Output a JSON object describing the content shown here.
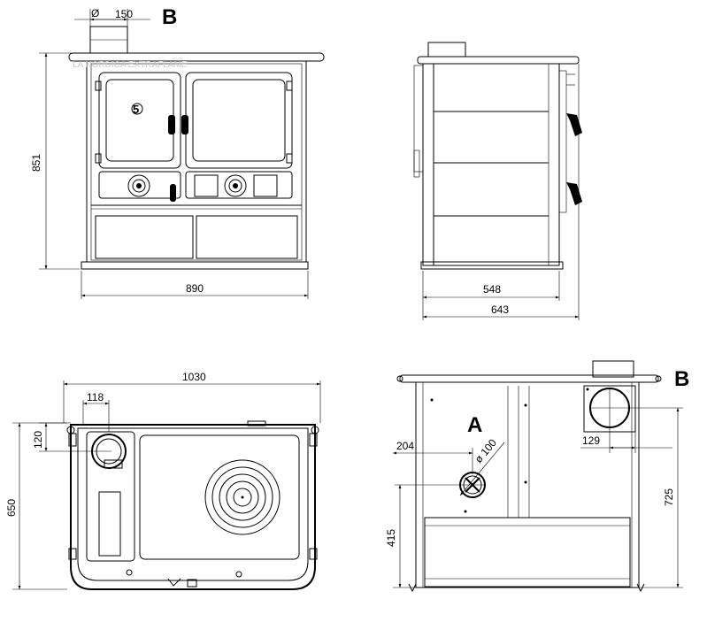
{
  "front_view": {
    "flue_diameter_symbol": "Ø",
    "flue_diameter": "150",
    "outlet_label": "B",
    "height": "851",
    "width": "890",
    "watermark": "LA NORDICA EXTRAFLAME"
  },
  "side_view": {
    "depth_inner": "548",
    "depth_total": "643"
  },
  "top_view": {
    "width": "1030",
    "flue_offset_x": "118",
    "flue_offset_y": "120",
    "depth": "650"
  },
  "rear_view": {
    "inlet_label": "A",
    "inlet_offset_x": "204",
    "inlet_diameter": "ø 100",
    "outlet_label": "B",
    "outlet_offset_x": "129",
    "inlet_height": "415",
    "outlet_height": "725"
  }
}
